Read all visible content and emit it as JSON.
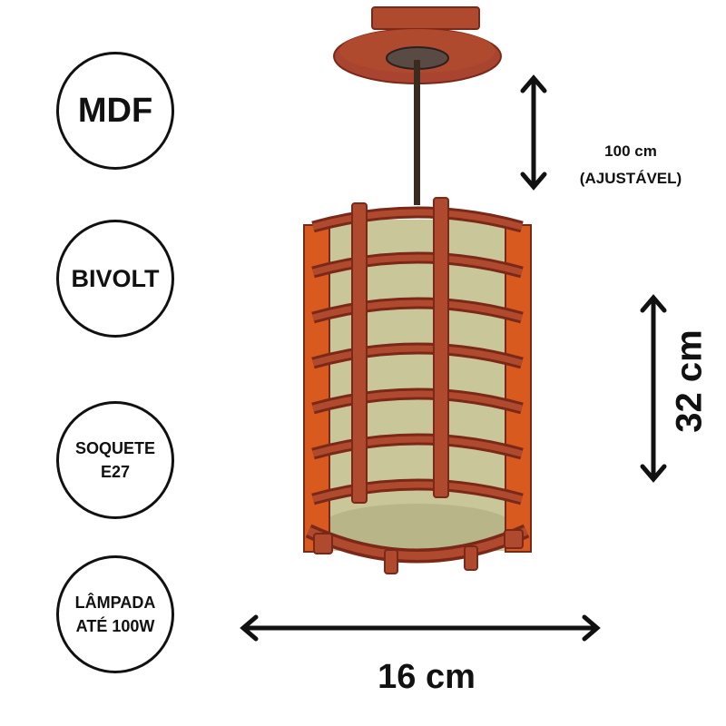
{
  "badges": [
    {
      "text": "MDF"
    },
    {
      "text": "BIVOLT"
    },
    {
      "text": "SOQUETE\nE27"
    },
    {
      "text": "LÂMPADA\nATÉ 100W"
    }
  ],
  "dimensions": {
    "cable_length": "100 cm\n(AJUSTÁVEL)",
    "height": "32 cm",
    "width": "16 cm"
  },
  "colors": {
    "wood": "#b04a2e",
    "wood_dark": "#7a2818",
    "wood_side": "#d85a1e",
    "shade": "#c9c79a",
    "cable": "#3a2a20",
    "arrow": "#111111"
  }
}
